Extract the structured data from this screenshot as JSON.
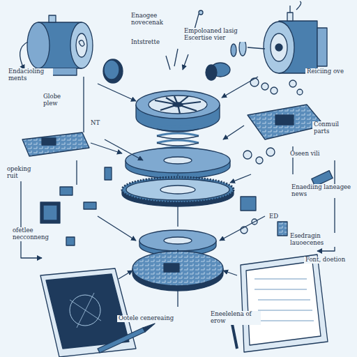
{
  "diagram": {
    "labels": [
      "Enaogee novecenak",
      "Empoloaned lasig Escertise vier",
      "Intstrette",
      "Endacioling ments",
      "Globe plew",
      "NT",
      "Reiciing ove",
      "Conmuil parts",
      "opeking ruit",
      "Oseen vili",
      "Enaediing laneagee news",
      "ofetlee necconneng",
      "ED",
      "Esedragin lauoecenes",
      "Font, doetion",
      "Ootele cenereaing",
      "Eneelelena of erow"
    ]
  }
}
